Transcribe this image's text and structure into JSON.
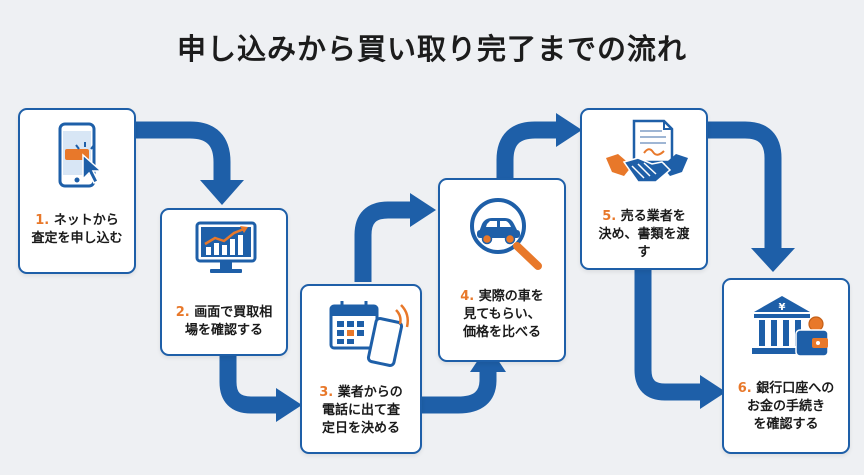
{
  "title": "申し込みから買い取り完了までの流れ",
  "colors": {
    "accent": "#1e5fa8",
    "step_number": "#e8782a"
  },
  "steps": [
    {
      "number": "1.",
      "lines": [
        "ネットから",
        "査定を申し込む"
      ],
      "icon": "smartphone-tap-icon"
    },
    {
      "number": "2.",
      "lines": [
        "画面で買取相",
        "場を確認する"
      ],
      "icon": "monitor-chart-icon"
    },
    {
      "number": "3.",
      "lines": [
        "業者からの",
        "電話に出て査",
        "定日を決める"
      ],
      "icon": "calendar-phone-icon"
    },
    {
      "number": "4.",
      "lines": [
        "実際の車を",
        "見てもらい、",
        "価格を比べる"
      ],
      "icon": "magnifier-car-icon"
    },
    {
      "number": "5.",
      "lines": [
        "売る業者を",
        "決め、書類を渡",
        "す"
      ],
      "icon": "handshake-document-icon"
    },
    {
      "number": "6.",
      "lines": [
        "銀行口座への",
        "お金の手続き",
        "を確認する"
      ],
      "icon": "bank-wallet-icon"
    }
  ]
}
